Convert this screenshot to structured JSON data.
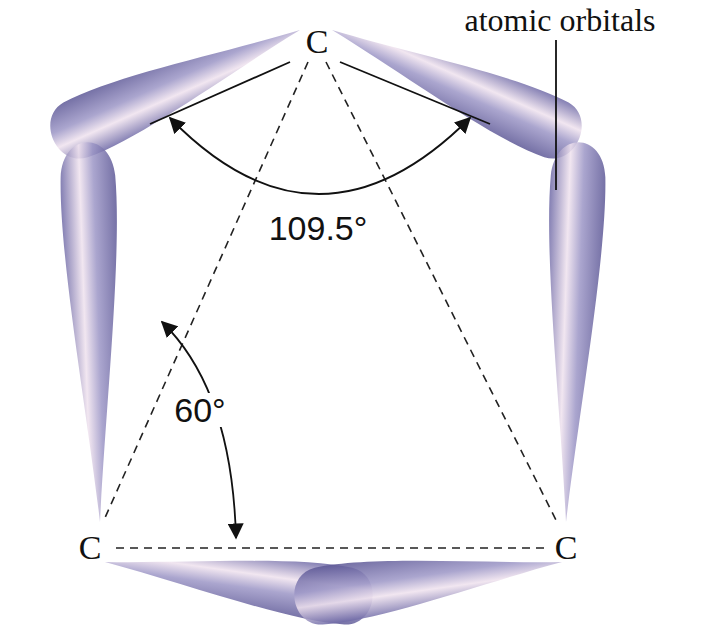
{
  "diagram": {
    "labels": [
      "atomic orbitals",
      "C",
      "C",
      "C",
      "109.5°",
      "60°"
    ]
  }
}
